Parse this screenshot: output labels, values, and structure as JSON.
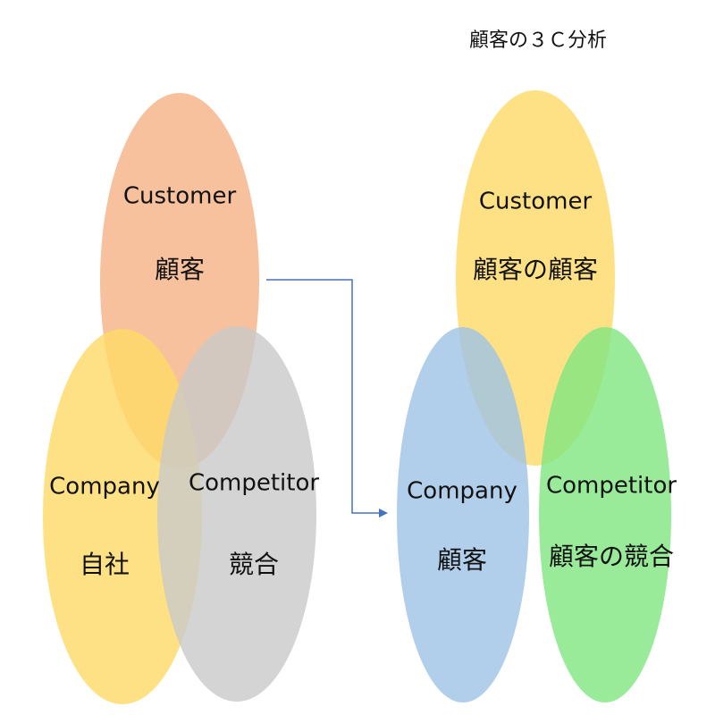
{
  "title": "顧客の３Ｃ分析",
  "left_diagram": {
    "customer": {
      "en": "Customer",
      "jp": "顧客",
      "color": "#F4B183"
    },
    "company": {
      "en": "Company",
      "jp": "自社",
      "color": "#FFD966"
    },
    "competitor": {
      "en": "Competitor",
      "jp": "競合",
      "color": "#C9C9C9"
    }
  },
  "right_diagram": {
    "customer": {
      "en": "Customer",
      "jp": "顧客の顧客",
      "color": "#FFD966"
    },
    "company": {
      "en": "Company",
      "jp": "顧客",
      "color": "#9DC3E6"
    },
    "competitor": {
      "en": "Competitor",
      "jp": "顧客の競合",
      "color": "#7FE67F"
    }
  },
  "connector": {
    "color": "#4472C4"
  }
}
